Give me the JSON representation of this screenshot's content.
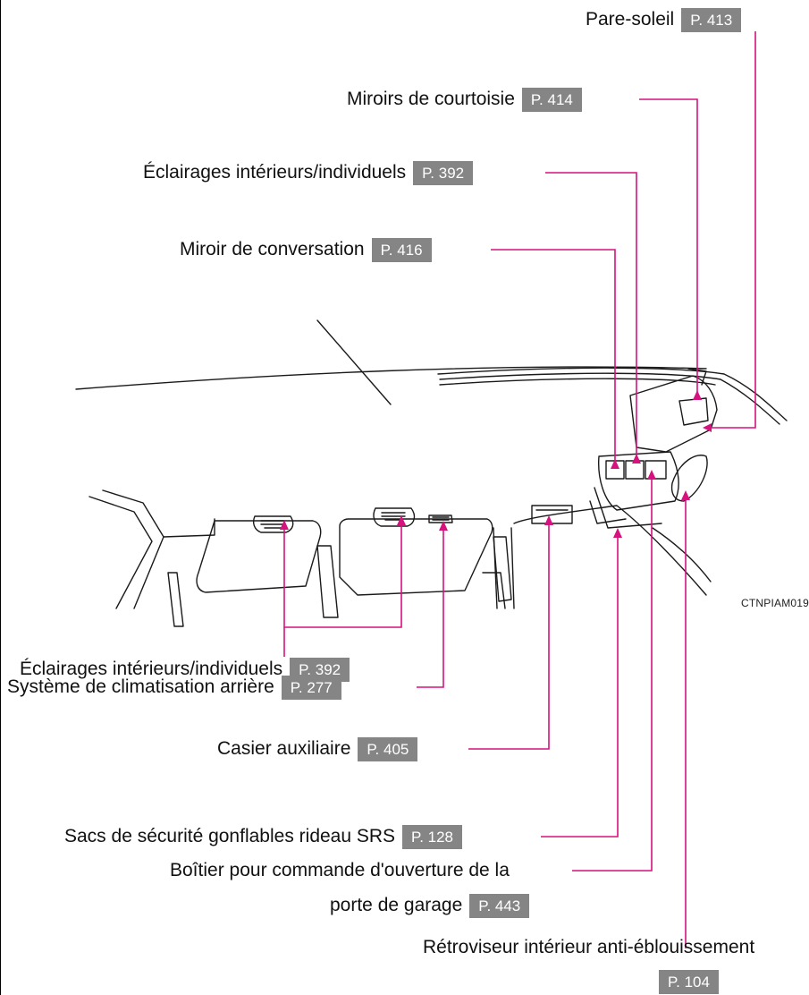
{
  "image_code": "CTNPIAM019",
  "colors": {
    "leader": "#d6127e",
    "badge_bg": "#858585",
    "badge_text": "#ffffff",
    "text": "#111111"
  },
  "callouts": [
    {
      "id": "pare-soleil",
      "label": "Pare-soleil",
      "page": "P. 413"
    },
    {
      "id": "miroirs-courtoisie",
      "label": "Miroirs de courtoisie",
      "page": "P. 414"
    },
    {
      "id": "eclairages-avant",
      "label": "Éclairages intérieurs/individuels",
      "page": "P. 392"
    },
    {
      "id": "miroir-conversation",
      "label": "Miroir de conversation",
      "page": "P. 416"
    },
    {
      "id": "eclairages-arriere",
      "label": "Éclairages intérieurs/individuels",
      "page": "P. 392"
    },
    {
      "id": "climatisation-arriere",
      "label": "Système de climatisation arrière",
      "page": "P. 277"
    },
    {
      "id": "casier-auxiliaire",
      "label": "Casier auxiliaire",
      "page": "P. 405"
    },
    {
      "id": "sacs-securite",
      "label": "Sacs de sécurité gonflables rideau SRS",
      "page": "P. 128"
    },
    {
      "id": "boitier-garage",
      "label": "Boîtier pour commande d'ouverture de la",
      "label_line2": "porte de garage",
      "page": "P. 443"
    },
    {
      "id": "retroviseur",
      "label": "Rétroviseur intérieur anti-éblouissement",
      "page": "P. 104"
    }
  ]
}
